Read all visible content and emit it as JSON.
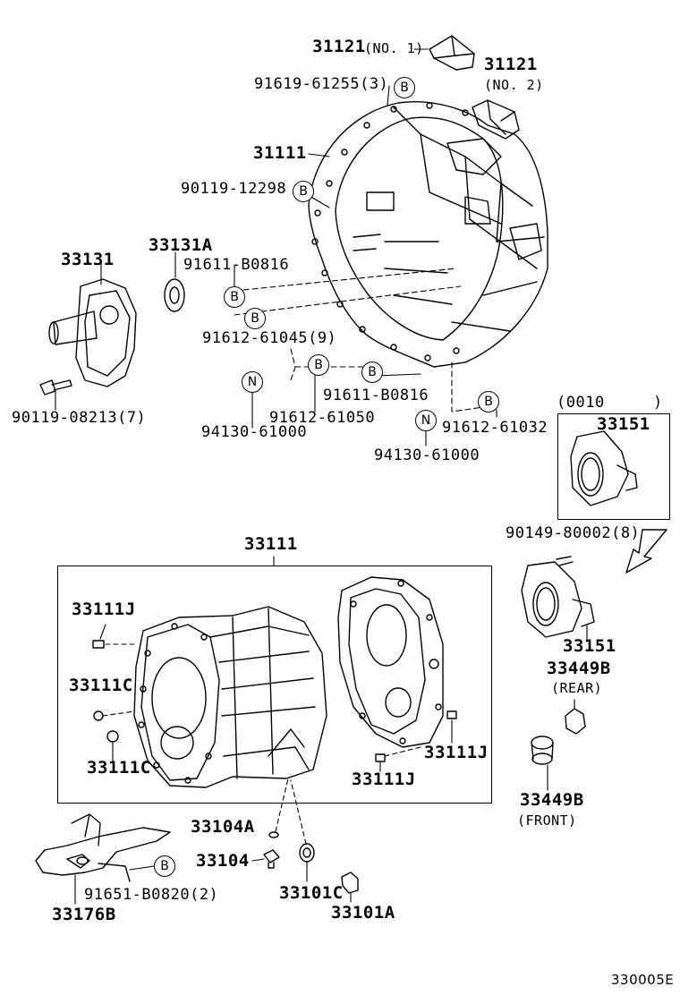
{
  "labels": {
    "p31121_no1": "31121",
    "p31121_no1_note": "(NO. 1)",
    "p31121_no2": "31121",
    "p31121_no2_note": "(NO. 2)",
    "p91619": "91619-61255(3)",
    "p31111": "31111",
    "p90119_12298": "90119-12298",
    "p33131": "33131",
    "p33131a": "33131A",
    "p91611_top": "91611-B0816",
    "p91612_61045": "91612-61045(9)",
    "p90119_08213": "90119-08213(7)",
    "p94130_left": "94130-61000",
    "p91612_61050": "91612-61050",
    "p91611_mid": "91611-B0816",
    "p91612_61032": "91612-61032",
    "p94130_right": "94130-61000",
    "p0010": "(0010",
    "p0010_close": ")",
    "p33151_box": "33151",
    "p90149": "90149-80002(8)",
    "p33111": "33111",
    "p33111j_a": "33111J",
    "p33111c_a": "33111C",
    "p33111c_b": "33111C",
    "p33111j_b": "33111J",
    "p33111j_c": "33111J",
    "p33151": "33151",
    "p33449b_rear": "33449B",
    "rear_note": "(REAR)",
    "p33449b_front": "33449B",
    "front_note": "(FRONT)",
    "p33104a": "33104A",
    "p33104": "33104",
    "p33101c": "33101C",
    "p33101a": "33101A",
    "p91651": "91651-B0820(2)",
    "p33176b": "33176B",
    "figure_code": "330005E"
  },
  "markers": {
    "b": "B",
    "n": "N"
  }
}
